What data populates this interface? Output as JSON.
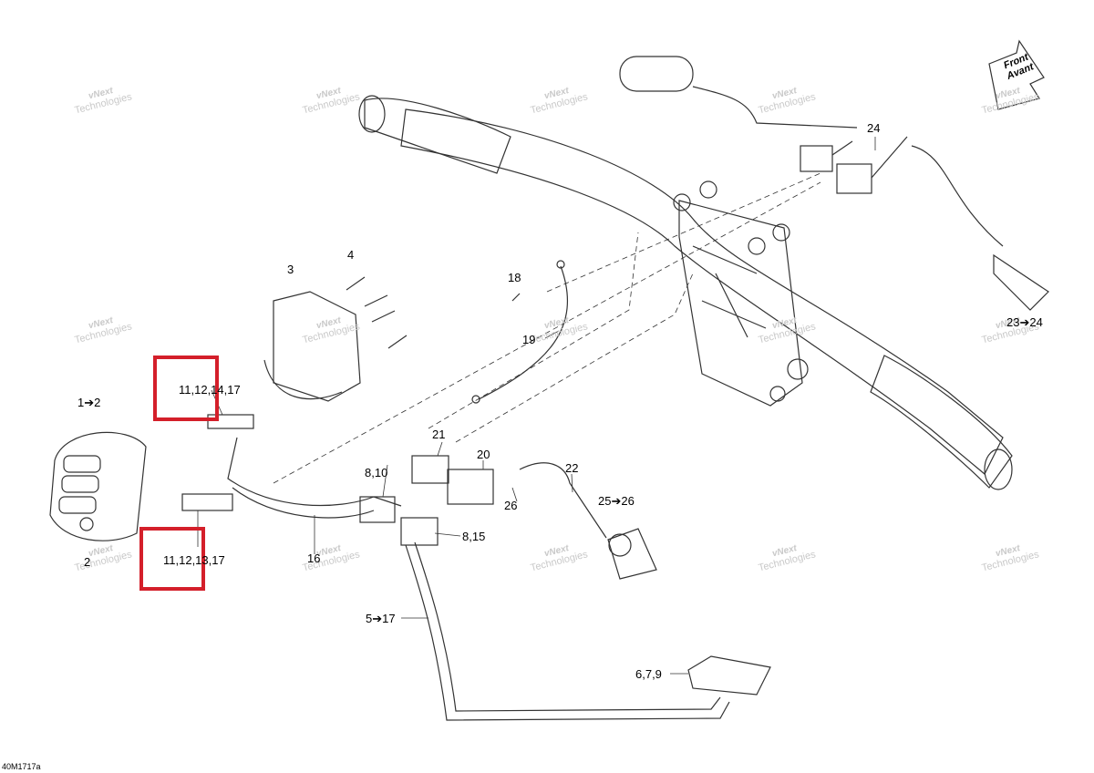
{
  "drawing_code": "40M1717a",
  "direction_arrow": {
    "line1": "Front",
    "line2": "Avant"
  },
  "watermark": {
    "line1": "vNext",
    "line2": "Technologies"
  },
  "highlight_color": "#d41f2a",
  "callouts": {
    "c1_2": "1➔2",
    "c2": "2",
    "c3": "3",
    "c4": "4",
    "c5_17": "5➔17",
    "c6_7_9": "6,7,9",
    "c8_10": "8,10",
    "c8_15": "8,15",
    "c11_12_14_17": "11,12,14,17",
    "c11_12_13_17": "11,12,13,17",
    "c16": "16",
    "c18": "18",
    "c19": "19",
    "c20": "20",
    "c21": "21",
    "c22": "22",
    "c23_24": "23➔24",
    "c24": "24",
    "c25_26": "25➔26",
    "c26": "26"
  }
}
